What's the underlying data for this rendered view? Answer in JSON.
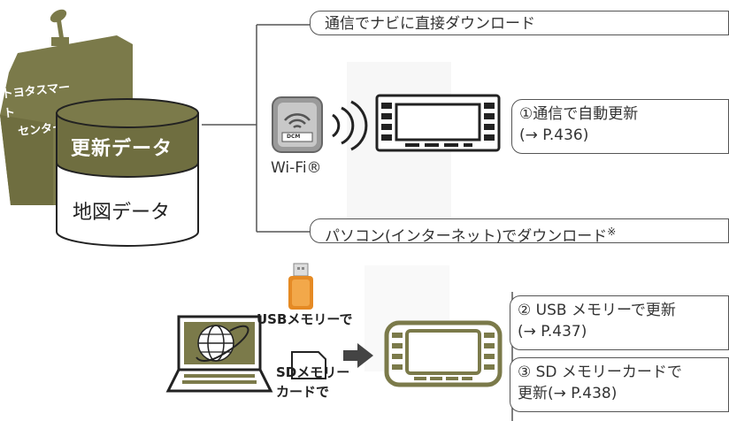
{
  "server": {
    "label_line1": "トヨタスマート",
    "label_line2": "センター",
    "drum_top": "更新データ",
    "drum_bottom": "地図データ"
  },
  "route_top": {
    "label": "通信でナビに直接ダウンロード",
    "dcm_label": "DCM",
    "wifi_label": "Wi-Fi®",
    "callout_line1": "①通信で自動更新",
    "callout_line2": "(→ P.436)"
  },
  "route_bottom": {
    "label": "パソコン(インターネット)でダウンロード",
    "label_mark": "※",
    "usb_label": "USBメモリーで",
    "sd_label_line1": "SDメモリー",
    "sd_label_line2": "カードで",
    "callout_usb_line1": "② USB メモリーで更新",
    "callout_usb_line2": "(→ P.437)",
    "callout_sd_line1": "③ SD メモリーカードで",
    "callout_sd_line2": "更新(→ P.438)"
  },
  "colors": {
    "olive": "#7b7a4a",
    "olive_dark": "#5e5d36",
    "line": "#555555"
  }
}
